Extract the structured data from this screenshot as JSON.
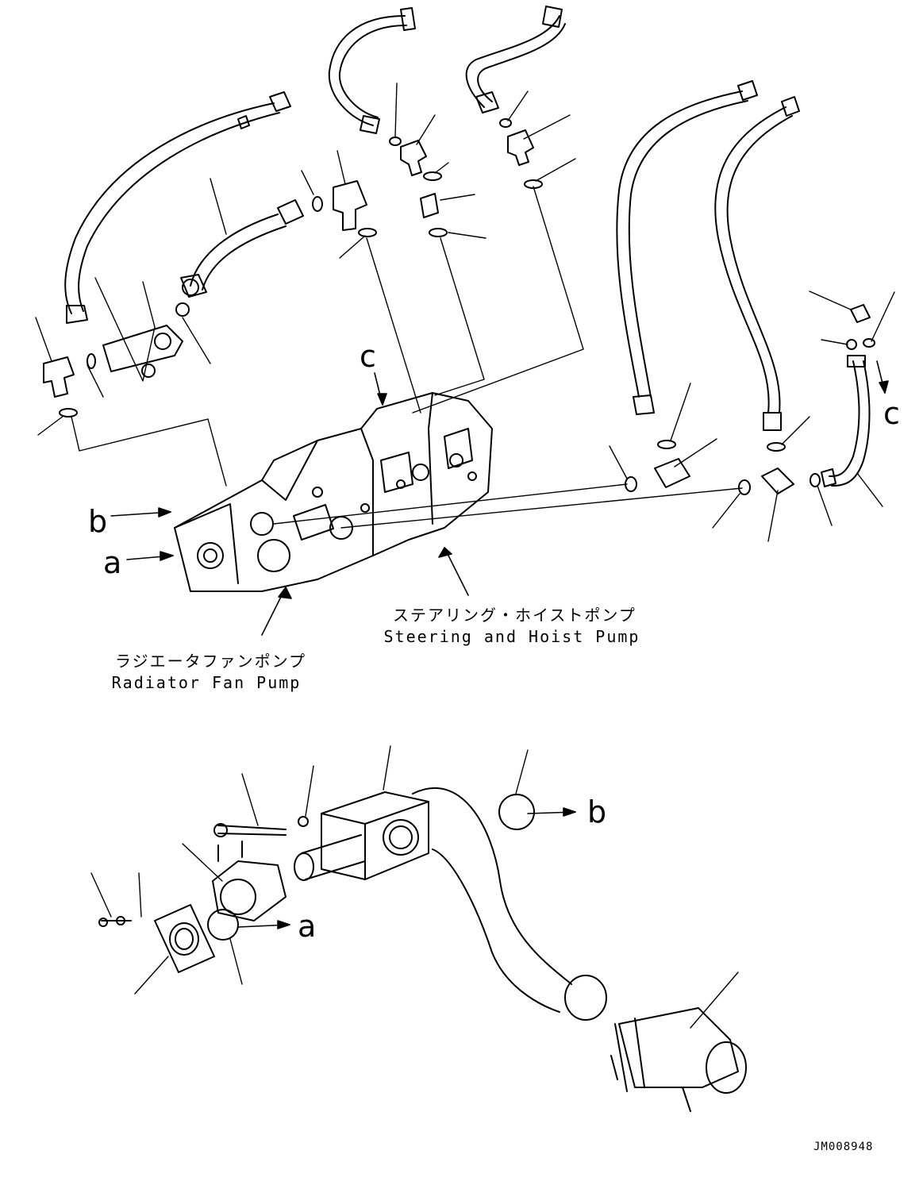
{
  "labels": {
    "a_top": "a",
    "b_top": "b",
    "c_top": "c",
    "c_right": "c",
    "a_bottom": "a",
    "b_bottom": "b"
  },
  "captions": {
    "steering_jp": "ステアリング・ホイストポンプ",
    "steering_en": "Steering and Hoist Pump",
    "radiator_jp": "ラジエータファンポンプ",
    "radiator_en": "Radiator Fan Pump"
  },
  "doc_id": "JM008948"
}
